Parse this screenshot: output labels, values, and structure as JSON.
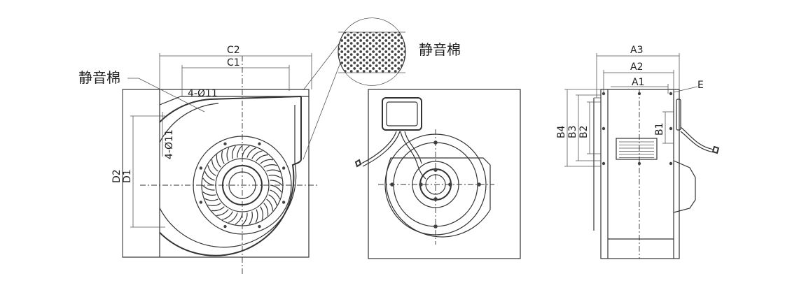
{
  "labels": {
    "insulation": "静音棉",
    "C2": "C2",
    "C1": "C1",
    "hole_top": "4-Ø11",
    "hole_side": "4-Ø11",
    "D2": "D2",
    "D1": "D1",
    "A3": "A3",
    "A2": "A2",
    "A1": "A1",
    "E": "E",
    "B4": "B4",
    "B3": "B3",
    "B2": "B2",
    "B1": "B1"
  },
  "colors": {
    "line": "#333333",
    "mesh": "#555555",
    "background": "#ffffff"
  }
}
